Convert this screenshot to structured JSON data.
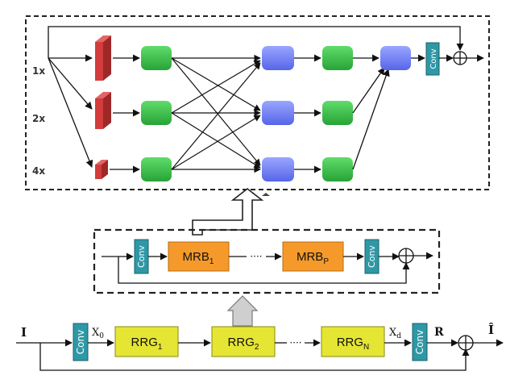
{
  "top_block": {
    "scales": [
      "1x",
      "2x",
      "4x"
    ],
    "conv_label": "Conv"
  },
  "mid_block": {
    "conv_label": "Conv",
    "mrb_first": {
      "base": "MRB",
      "sub": "1"
    },
    "mrb_last": {
      "base": "MRB",
      "sub": "P"
    },
    "dots": "····"
  },
  "main_pipeline": {
    "input_label": "I",
    "output_label": "Î",
    "conv_label": "Conv",
    "x0": {
      "base": "X",
      "sub": "0"
    },
    "xd": {
      "base": "X",
      "sub": "d"
    },
    "r_label": "R",
    "rrg_first": {
      "base": "RRG",
      "sub": "1"
    },
    "rrg_second": {
      "base": "RRG",
      "sub": "2"
    },
    "rrg_last": {
      "base": "RRG",
      "sub": "N"
    },
    "dots": "····"
  },
  "colors": {
    "green": "#33bb44",
    "blue": "#6f7ff0",
    "red": "#d23c3c",
    "orange": "#f59a2a",
    "yellow": "#e5e534",
    "teal": "#2e98a6"
  }
}
